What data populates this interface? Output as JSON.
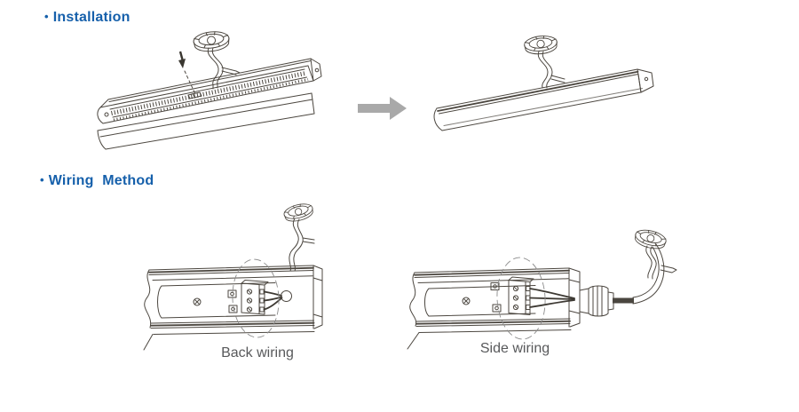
{
  "headings": {
    "installation": {
      "bullet": "•",
      "label": "Installation"
    },
    "wiring_method": {
      "bullet": "•",
      "label": "Wiring Method"
    }
  },
  "wiring": {
    "back_label": "Back wiring",
    "side_label": "Side wiring"
  },
  "colors": {
    "heading_blue": "#1660ab",
    "drawing_line": "#4c4740",
    "arrow_gray": "#a9a9a9",
    "caption_gray": "#58595b"
  }
}
